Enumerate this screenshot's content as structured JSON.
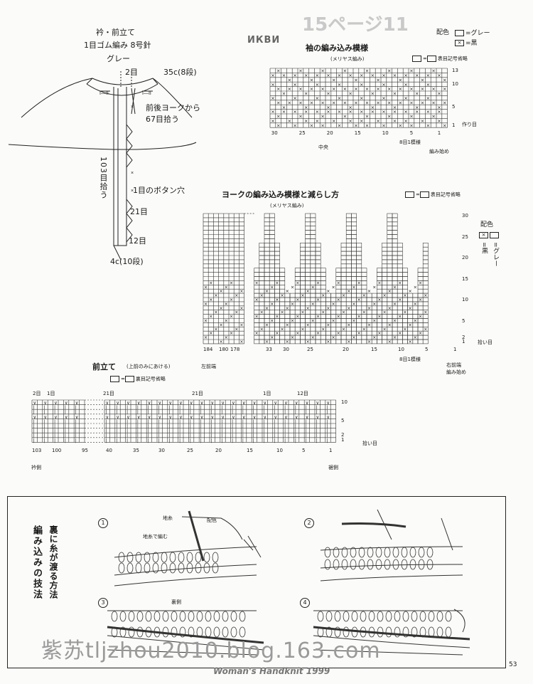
{
  "header": {
    "top_number": "15ページ11",
    "stamp": "ИКВИ"
  },
  "collar": {
    "title": "衿・前立て",
    "rib": "1目ゴム編み 8号針",
    "color": "グレー",
    "label_2": "2目",
    "label_35": "35c(8段)",
    "label_yoke": "前後ヨークから",
    "label_67": "67目拾う",
    "label_103": "103目拾う",
    "label_button": "1目のボタン穴",
    "label_21": "21目",
    "label_12": "12目",
    "label_4c": "4c(10段)"
  },
  "sleeve_chart": {
    "title": "袖の編み込み模様",
    "subtitle": "(メリヤス編み)",
    "legend_color_label": "配色",
    "legend_gray": "=グレー",
    "legend_black": "=黒",
    "legend_omit": "表目記号省略",
    "row_labels": [
      "13",
      "10",
      "5",
      "1"
    ],
    "col_labels": [
      "30",
      "25",
      "20",
      "15",
      "10",
      "5",
      "1"
    ],
    "center_label": "中央",
    "repeat_label": "8目1模様",
    "start_label": "編み始め",
    "cast_on_label": "作り目"
  },
  "yoke_chart": {
    "title": "ヨークの編み込み模様と減らし方",
    "subtitle": "(メリヤス編み)",
    "legend_omit": "表目記号省略",
    "color_title": "配色",
    "color_black": "=黒",
    "color_gray": "=グレー",
    "row_labels": [
      "30",
      "25",
      "20",
      "15",
      "10",
      "5",
      "2",
      "1"
    ],
    "col_labels": [
      "184",
      "180",
      "178",
      "33",
      "30",
      "25",
      "20",
      "15",
      "10",
      "5",
      "1"
    ],
    "left_end": "左前端",
    "right_end": "右前端",
    "right_start": "編み始め",
    "pickup_label": "拾い目",
    "repeat_label": "8目1模様"
  },
  "placket_chart": {
    "title": "前立て",
    "subtitle": "(上前のみにあける)",
    "legend_omit": "裏目記号省略",
    "top_labels": [
      "2目",
      "1目",
      "21目",
      "21目",
      "1目",
      "12目"
    ],
    "row_labels": [
      "10",
      "5",
      "2",
      "1"
    ],
    "col_labels": [
      "103",
      "100",
      "95",
      "40",
      "35",
      "30",
      "25",
      "20",
      "15",
      "10",
      "5",
      "1"
    ],
    "collar_side": "衿側",
    "hem_side": "裾側",
    "pickup_label": "拾い目"
  },
  "technique": {
    "title_main": "編み込みの技法",
    "title_sub": "裏に糸が渡る方法",
    "step_nums": [
      "1",
      "2",
      "3",
      "4"
    ],
    "label_ground": "地糸",
    "label_contrast": "配色",
    "label_knit_ground": "地糸で編む",
    "label_wrong_side": "裏側"
  },
  "footer": {
    "watermark": "紫苏tljzhou2010.blog.163.com",
    "magazine": "Woman's Handknit 1999",
    "page_number": "53"
  }
}
